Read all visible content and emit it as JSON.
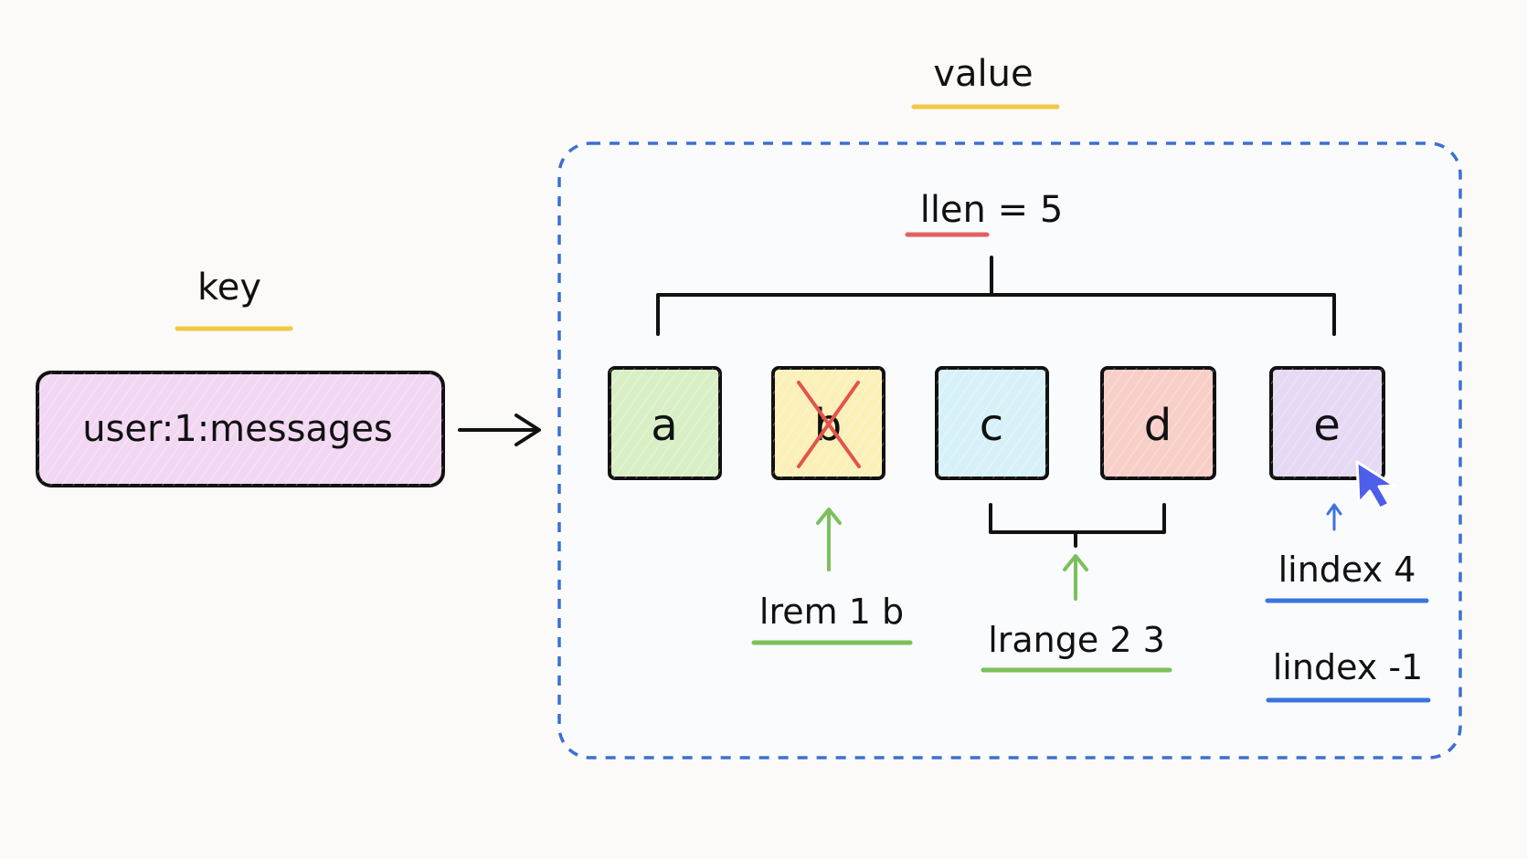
{
  "title": {
    "key": "key",
    "value": "value"
  },
  "key_box": {
    "text": "user:1:messages",
    "fill_color": "#f2d7f3"
  },
  "length_label": {
    "text_prefix": "llen",
    "text_suffix": " = 5"
  },
  "list": {
    "items": [
      {
        "label": "a",
        "fill": "#d8efc6"
      },
      {
        "label": "b",
        "fill": "#faf0b8",
        "removed": true
      },
      {
        "label": "c",
        "fill": "#d8f1f8"
      },
      {
        "label": "d",
        "fill": "#f7cfc8"
      },
      {
        "label": "e",
        "fill": "#e5d9f4"
      }
    ]
  },
  "commands": {
    "lrem": "lrem 1 b",
    "lrange": "lrange 2 3",
    "lindex_positive": "lindex 4",
    "lindex_negative": "lindex -1"
  },
  "colors": {
    "dashed_border": "#3d6fd3",
    "yellow_underline": "#f2c744",
    "red_underline": "#e45f5f",
    "green": "#7bc05a",
    "blue": "#3a74df",
    "cross": "#e1544f",
    "cursor": "#4d5ee8",
    "stroke": "#111111"
  }
}
